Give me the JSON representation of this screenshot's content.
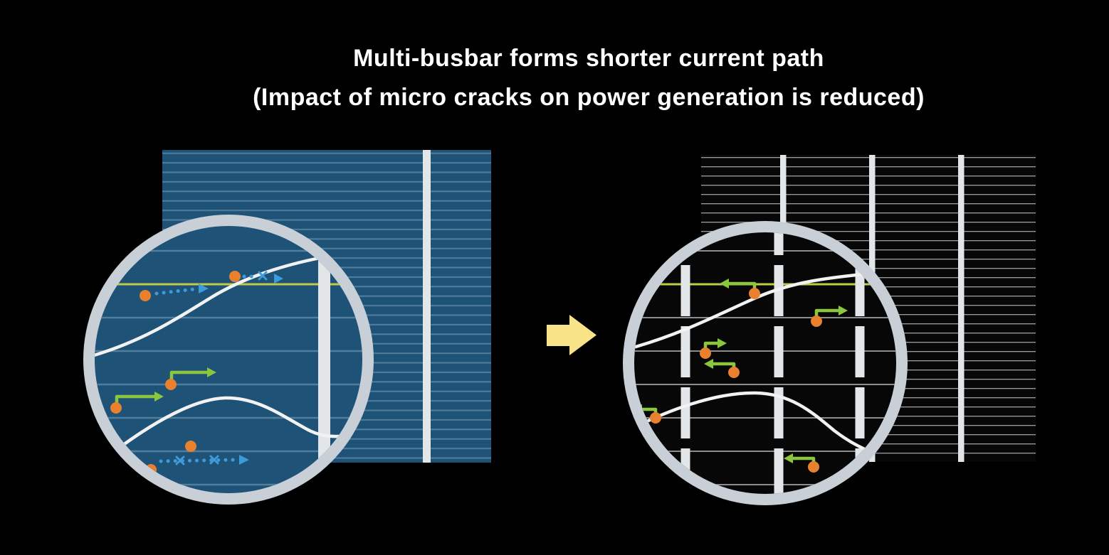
{
  "title": {
    "line1": "Multi-busbar forms shorter current path",
    "line2": "(Impact of micro cracks on power generation is reduced)"
  },
  "icons": {
    "transition_arrow": "block right arrow"
  },
  "colors": {
    "background": "#000000",
    "title_text": "#ffffff",
    "cell_blue": "#1e5276",
    "cell_blue_line": "#517e9d",
    "cell_dark": "#070707",
    "cell_dark_line": "#ababab",
    "lens_dark_line": "#9f9f9f",
    "busbar_white": "#e2e6e9",
    "lens_ring": "#c8cfd7",
    "arrow_yellow": "#f8e388",
    "electron_orange": "#e8802e",
    "long_path_blue": "#3d9bd9",
    "short_path_green": "#8cc63e",
    "crack_white": "#f2f2f2",
    "finger_yellow": "#bfcb44"
  }
}
